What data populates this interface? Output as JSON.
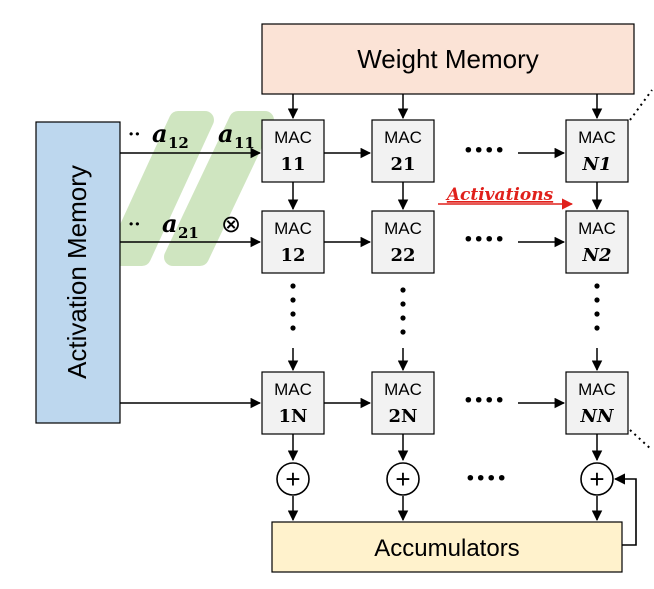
{
  "weight_memory": {
    "label": "Weight Memory"
  },
  "activation_memory": {
    "label": "Activation Memory"
  },
  "accumulators": {
    "label": "Accumulators"
  },
  "activations_annotation": {
    "label": "Activations",
    "color": "#e0201b"
  },
  "input_row1": {
    "dots": "··",
    "first": "a",
    "first_sub": "12",
    "second": "a",
    "second_sub": "11"
  },
  "input_row2": {
    "dots": "··",
    "first": "a",
    "first_sub": "21",
    "op": "⊗"
  },
  "mac": {
    "title": "MAC",
    "cells": {
      "r1c1": "11",
      "r1c2": "21",
      "r1cN": "N1",
      "r2c1": "12",
      "r2c2": "22",
      "r2cN": "N2",
      "rNc1": "1N",
      "rNc2": "2N",
      "rNcN": "NN"
    }
  },
  "ellipsis": "····",
  "adder_symbol": "+",
  "colors": {
    "weight_fill": "#fbe3d6",
    "activation_fill": "#bdd7ee",
    "accumulator_fill": "#fff2cc",
    "mac_fill": "#f2f2f2",
    "highlight": "#a9d18e",
    "stroke": "#000000"
  }
}
